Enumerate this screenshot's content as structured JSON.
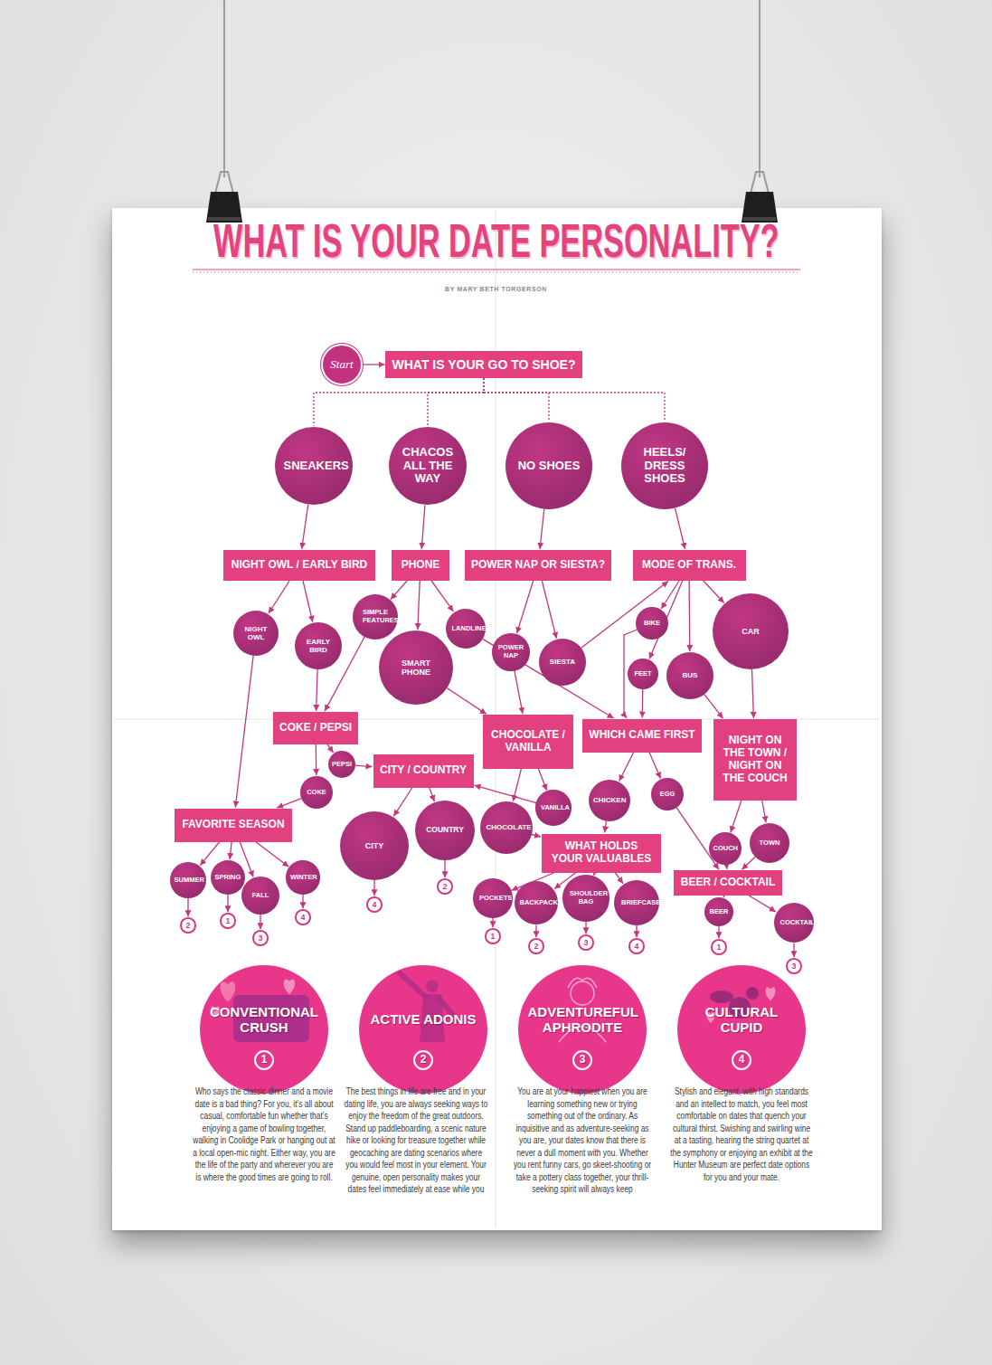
{
  "diagram": {
    "title": "WHAT IS YOUR DATE PERSONALITY?",
    "nodes": [
      {
        "text": [
          "Start"
        ]
      },
      {
        "text": [
          "WHAT IS YOUR GO TO SHOE?"
        ]
      },
      {
        "text": [
          "SNEAKERS"
        ]
      },
      {
        "text": [
          "CHACOS ALL THE WAY"
        ]
      },
      {
        "text": [
          "NO SHOES"
        ]
      },
      {
        "text": [
          "HEELS/ DRESS SHOES"
        ]
      },
      {
        "text": [
          "NIGHT OWL / EARLY BIRD"
        ]
      },
      {
        "text": [
          "PHONE"
        ]
      },
      {
        "text": [
          "POWER NAP OR SIESTA?"
        ]
      },
      {
        "text": [
          "MODE OF TRANS."
        ]
      },
      {
        "text": [
          "NIGHT OWL"
        ]
      },
      {
        "text": [
          "EARLY BIRD"
        ]
      },
      {
        "text": [
          "SIMPLE FEATURES"
        ]
      },
      {
        "text": [
          "LANDLINE"
        ]
      },
      {
        "text": [
          "SMART PHONE"
        ]
      },
      {
        "text": [
          "POWER NAP"
        ]
      },
      {
        "text": [
          "SIESTA"
        ]
      },
      {
        "text": [
          "BIKE"
        ]
      },
      {
        "text": [
          "CAR"
        ]
      },
      {
        "text": [
          "FEET"
        ]
      },
      {
        "text": [
          "BUS"
        ]
      },
      {
        "text": [
          "COKE / PEPSI"
        ]
      },
      {
        "text": [
          "CHOCOLATE / VANILLA"
        ]
      },
      {
        "text": [
          "WHICH CAME FIRST"
        ]
      },
      {
        "text": [
          "NIGHT ON THE TOWN / NIGHT ON THE COUCH"
        ]
      },
      {
        "text": [
          "PEPSI"
        ]
      },
      {
        "text": [
          "CITY / COUNTRY"
        ]
      },
      {
        "text": [
          "COKE"
        ]
      },
      {
        "text": [
          "FAVORITE SEASON"
        ]
      },
      {
        "text": [
          "CITY"
        ]
      },
      {
        "text": [
          "COUNTRY"
        ]
      },
      {
        "text": [
          "CHOCOLATE"
        ]
      },
      {
        "text": [
          "VANILLA"
        ]
      },
      {
        "text": [
          "CHICKEN"
        ]
      },
      {
        "text": [
          "EGG"
        ]
      },
      {
        "text": [
          "WHAT HOLDS YOUR VALUABLES"
        ]
      },
      {
        "text": [
          "COUCH"
        ]
      },
      {
        "text": [
          "TOWN"
        ]
      },
      {
        "text": [
          "BEER / COCKTAIL"
        ]
      },
      {
        "text": [
          "SUMMER"
        ]
      },
      {
        "text": [
          "SPRING"
        ]
      },
      {
        "text": [
          "FALL"
        ]
      },
      {
        "text": [
          "WINTER"
        ]
      },
      {
        "text": [
          "POCKETS"
        ]
      },
      {
        "text": [
          "BACKPACK"
        ]
      },
      {
        "text": [
          "SHOULDER BAG"
        ]
      },
      {
        "text": [
          "BRIEFCASE"
        ]
      },
      {
        "text": [
          "BEER"
        ]
      },
      {
        "text": [
          "COCKTAIL"
        ]
      },
      {
        "text": [
          "2"
        ]
      },
      {
        "text": [
          "1"
        ]
      },
      {
        "text": [
          "3"
        ]
      },
      {
        "text": [
          "4"
        ]
      },
      {
        "text": [
          "4"
        ]
      },
      {
        "text": [
          "2"
        ]
      },
      {
        "text": [
          "1"
        ]
      },
      {
        "text": [
          "2"
        ]
      },
      {
        "text": [
          "3"
        ]
      },
      {
        "text": [
          "4"
        ]
      },
      {
        "text": [
          "1"
        ]
      },
      {
        "text": [
          "3"
        ]
      },
      {
        "text": [
          "CONVENTIONAL CRUSH"
        ]
      },
      {
        "text": [
          "1"
        ],
        "in": 61
      },
      {
        "text": [
          "ACTIVE ADONIS"
        ]
      },
      {
        "text": [
          "2"
        ],
        "in": 63
      },
      {
        "text": [
          "ADVENTUREFUL APHRODITE"
        ]
      },
      {
        "text": [
          "3"
        ],
        "in": 65
      },
      {
        "text": [
          "CULTURAL CUPID"
        ]
      },
      {
        "text": [
          "4"
        ],
        "in": 67
      }
    ],
    "edges": [
      {
        "from": 0,
        "to": 1,
        "arrow": "to"
      },
      {
        "from": 1,
        "to": 2,
        "arrow": "none"
      },
      {
        "from": 1,
        "to": 3,
        "arrow": "none"
      },
      {
        "from": 1,
        "to": 4,
        "arrow": "none"
      },
      {
        "from": 1,
        "to": 5,
        "arrow": "none"
      },
      {
        "from": 2,
        "to": 6,
        "arrow": "to"
      },
      {
        "from": 3,
        "to": 7,
        "arrow": "to"
      },
      {
        "from": 4,
        "to": 8,
        "arrow": "to"
      },
      {
        "from": 5,
        "to": 9,
        "arrow": "to"
      },
      {
        "from": 6,
        "to": 10,
        "arrow": "to"
      },
      {
        "from": 6,
        "to": 11,
        "arrow": "to"
      },
      {
        "from": 7,
        "to": 12,
        "arrow": "to"
      },
      {
        "from": 7,
        "to": 13,
        "arrow": "to"
      },
      {
        "from": 7,
        "to": 14,
        "arrow": "to"
      },
      {
        "from": 8,
        "to": 15,
        "arrow": "to"
      },
      {
        "from": 8,
        "to": 16,
        "arrow": "to"
      },
      {
        "from": 9,
        "to": 17,
        "arrow": "to"
      },
      {
        "from": 9,
        "to": 18,
        "arrow": "to"
      },
      {
        "from": 9,
        "to": 19,
        "arrow": "to"
      },
      {
        "from": 9,
        "to": 20,
        "arrow": "to"
      },
      {
        "from": 10,
        "to": 28,
        "arrow": "to"
      },
      {
        "from": 11,
        "to": 21,
        "arrow": "to"
      },
      {
        "from": 12,
        "to": 21,
        "arrow": "to"
      },
      {
        "from": 13,
        "to": 23,
        "arrow": "to"
      },
      {
        "from": 14,
        "to": 22,
        "arrow": "to"
      },
      {
        "from": 15,
        "to": 22,
        "arrow": "to"
      },
      {
        "from": 16,
        "to": 9,
        "arrow": "to"
      },
      {
        "from": 17,
        "to": 23,
        "arrow": "to"
      },
      {
        "from": 19,
        "to": 23,
        "arrow": "to"
      },
      {
        "from": 20,
        "to": 24,
        "arrow": "to"
      },
      {
        "from": 18,
        "to": 24,
        "arrow": "to"
      },
      {
        "from": 21,
        "to": 25,
        "arrow": "to"
      },
      {
        "from": 21,
        "to": 27,
        "arrow": "to"
      },
      {
        "from": 22,
        "to": 31,
        "arrow": "to"
      },
      {
        "from": 22,
        "to": 32,
        "arrow": "to"
      },
      {
        "from": 23,
        "to": 33,
        "arrow": "to"
      },
      {
        "from": 23,
        "to": 34,
        "arrow": "to"
      },
      {
        "from": 24,
        "to": 36,
        "arrow": "to"
      },
      {
        "from": 24,
        "to": 37,
        "arrow": "to"
      },
      {
        "from": 25,
        "to": 26,
        "arrow": "to"
      },
      {
        "from": 27,
        "to": 28,
        "arrow": "to"
      },
      {
        "from": 26,
        "to": 29,
        "arrow": "to"
      },
      {
        "from": 26,
        "to": 30,
        "arrow": "to"
      },
      {
        "from": 28,
        "to": 39,
        "arrow": "to"
      },
      {
        "from": 28,
        "to": 40,
        "arrow": "to"
      },
      {
        "from": 28,
        "to": 41,
        "arrow": "to"
      },
      {
        "from": 28,
        "to": 42,
        "arrow": "to"
      },
      {
        "from": 31,
        "to": 35,
        "arrow": "to"
      },
      {
        "from": 32,
        "to": 26,
        "arrow": "to"
      },
      {
        "from": 33,
        "to": 35,
        "arrow": "to"
      },
      {
        "from": 34,
        "to": 38,
        "arrow": "to"
      },
      {
        "from": 36,
        "to": 38,
        "arrow": "to"
      },
      {
        "from": 37,
        "to": 38,
        "arrow": "to"
      },
      {
        "from": 35,
        "to": 43,
        "arrow": "to"
      },
      {
        "from": 35,
        "to": 44,
        "arrow": "to"
      },
      {
        "from": 35,
        "to": 45,
        "arrow": "to"
      },
      {
        "from": 35,
        "to": 46,
        "arrow": "to"
      },
      {
        "from": 38,
        "to": 47,
        "arrow": "to"
      },
      {
        "from": 38,
        "to": 48,
        "arrow": "to"
      },
      {
        "from": 39,
        "to": 49,
        "arrow": "to"
      },
      {
        "from": 40,
        "to": 50,
        "arrow": "to"
      },
      {
        "from": 41,
        "to": 51,
        "arrow": "to"
      },
      {
        "from": 42,
        "to": 52,
        "arrow": "to"
      },
      {
        "from": 29,
        "to": 53,
        "arrow": "to"
      },
      {
        "from": 30,
        "to": 54,
        "arrow": "to"
      },
      {
        "from": 43,
        "to": 55,
        "arrow": "to"
      },
      {
        "from": 44,
        "to": 56,
        "arrow": "to"
      },
      {
        "from": 45,
        "to": 57,
        "arrow": "to"
      },
      {
        "from": 46,
        "to": 58,
        "arrow": "to"
      },
      {
        "from": 47,
        "to": 59,
        "arrow": "to"
      },
      {
        "from": 48,
        "to": 60,
        "arrow": "to"
      }
    ],
    "labels": [
      "BY MARY BETH TORGERSON",
      "Who says the classic dinner and a movie date is a bad thing? For you, it’s all about casual, comfortable fun whether that’s enjoying a game of bowling together, walking in Coolidge Park or hanging out at a local open-mic night. Either way, you are the life of the party and wherever you are is where the good times are going to roll.",
      "The best things in life are free and in your dating life, you are always seeking ways to enjoy the freedom of the great outdoors. Stand up paddleboarding, a scenic nature hike or looking for treasure together while geocaching are dating scenarios where you would feel most in your element. Your genuine, open personality makes your dates feel immediately at ease while you",
      "You are at your happiest when you are learning something new or trying something out of the ordinary. As inquisitive and as adventure-seeking as you are, your dates know that there is never a dull moment with you. Whether you rent funny cars, go skeet-shooting or take a pottery class together, your thrill-seeking spirit will always keep",
      "Stylish and elegant, with high standards and an intellect to match, you feel most comfortable on dates that quench your cultural thirst. Swishing and swirling wine at a tasting, hearing the string quartet at the symphony or enjoying an exhibit at the Hunter Museum are perfect date options for you and your mate."
    ]
  }
}
